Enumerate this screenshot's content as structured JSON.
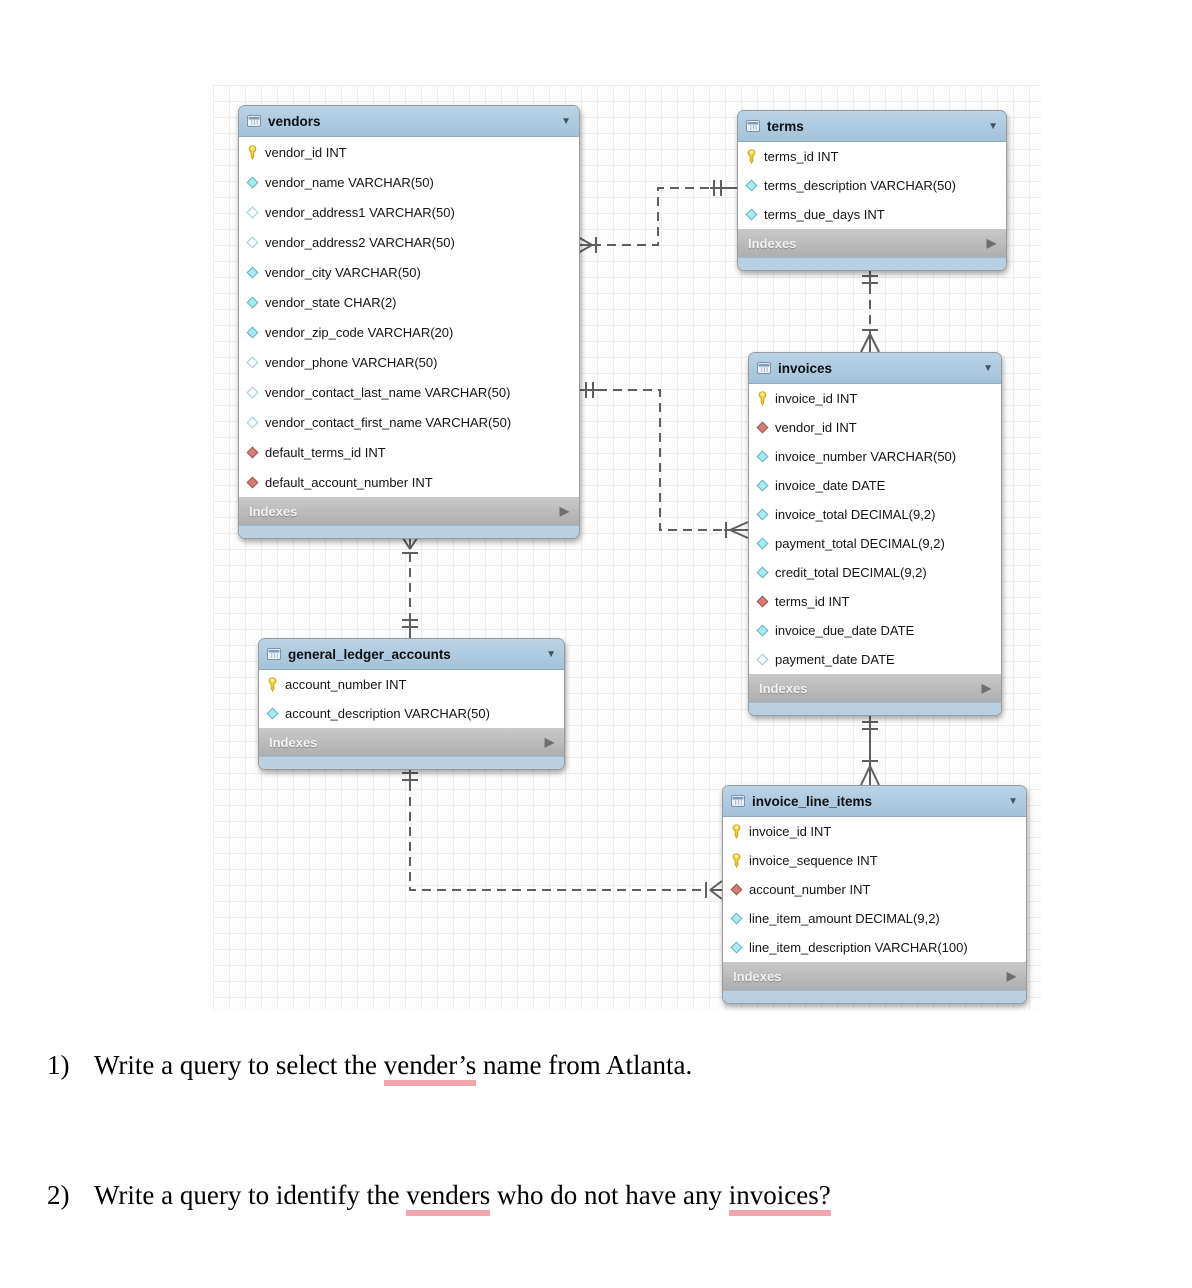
{
  "diagram": {
    "tables": [
      {
        "id": "vendors",
        "title": "vendors",
        "footer_label": "Indexes",
        "columns": [
          {
            "icon": "primary-key",
            "label": "vendor_id INT"
          },
          {
            "icon": "column",
            "label": "vendor_name VARCHAR(50)"
          },
          {
            "icon": "column-nullable",
            "label": "vendor_address1 VARCHAR(50)"
          },
          {
            "icon": "column-nullable",
            "label": "vendor_address2 VARCHAR(50)"
          },
          {
            "icon": "column",
            "label": "vendor_city VARCHAR(50)"
          },
          {
            "icon": "column",
            "label": "vendor_state CHAR(2)"
          },
          {
            "icon": "column",
            "label": "vendor_zip_code VARCHAR(20)"
          },
          {
            "icon": "column-nullable",
            "label": "vendor_phone VARCHAR(50)"
          },
          {
            "icon": "column-nullable",
            "label": "vendor_contact_last_name VARCHAR(50)"
          },
          {
            "icon": "column-nullable",
            "label": "vendor_contact_first_name VARCHAR(50)"
          },
          {
            "icon": "foreign-key",
            "label": "default_terms_id INT"
          },
          {
            "icon": "foreign-key",
            "label": "default_account_number INT"
          }
        ]
      },
      {
        "id": "terms",
        "title": "terms",
        "footer_label": "Indexes",
        "columns": [
          {
            "icon": "primary-key",
            "label": "terms_id INT"
          },
          {
            "icon": "column",
            "label": "terms_description VARCHAR(50)"
          },
          {
            "icon": "column",
            "label": "terms_due_days INT"
          }
        ]
      },
      {
        "id": "invoices",
        "title": "invoices",
        "footer_label": "Indexes",
        "columns": [
          {
            "icon": "primary-key",
            "label": "invoice_id INT"
          },
          {
            "icon": "foreign-key",
            "label": "vendor_id INT"
          },
          {
            "icon": "column",
            "label": "invoice_number VARCHAR(50)"
          },
          {
            "icon": "column",
            "label": "invoice_date DATE"
          },
          {
            "icon": "column",
            "label": "invoice_total DECIMAL(9,2)"
          },
          {
            "icon": "column",
            "label": "payment_total DECIMAL(9,2)"
          },
          {
            "icon": "column",
            "label": "credit_total DECIMAL(9,2)"
          },
          {
            "icon": "foreign-key",
            "label": "terms_id INT"
          },
          {
            "icon": "column",
            "label": "invoice_due_date DATE"
          },
          {
            "icon": "column-nullable",
            "label": "payment_date DATE"
          }
        ]
      },
      {
        "id": "general_ledger_accounts",
        "title": "general_ledger_accounts",
        "footer_label": "Indexes",
        "columns": [
          {
            "icon": "primary-key",
            "label": "account_number INT"
          },
          {
            "icon": "column",
            "label": "account_description VARCHAR(50)"
          }
        ]
      },
      {
        "id": "invoice_line_items",
        "title": "invoice_line_items",
        "footer_label": "Indexes",
        "columns": [
          {
            "icon": "primary-key",
            "label": "invoice_id INT"
          },
          {
            "icon": "primary-key",
            "label": "invoice_sequence INT"
          },
          {
            "icon": "foreign-key",
            "label": "account_number INT"
          },
          {
            "icon": "column",
            "label": "line_item_amount DECIMAL(9,2)"
          },
          {
            "icon": "column",
            "label": "line_item_description VARCHAR(100)"
          }
        ]
      }
    ],
    "relationships": [
      {
        "from": "vendors.default_terms_id",
        "to": "terms.terms_id",
        "line": "dashed",
        "cardinality": "many-to-one"
      },
      {
        "from": "invoices.vendor_id",
        "to": "vendors.vendor_id",
        "line": "dashed",
        "cardinality": "many-to-one"
      },
      {
        "from": "invoices.terms_id",
        "to": "terms.terms_id",
        "line": "dashed",
        "cardinality": "many-to-one"
      },
      {
        "from": "vendors.default_account_number",
        "to": "general_ledger_accounts.account_number",
        "line": "dashed",
        "cardinality": "many-to-one"
      },
      {
        "from": "invoice_line_items.invoice_id",
        "to": "invoices.invoice_id",
        "line": "solid",
        "cardinality": "many-to-one"
      },
      {
        "from": "invoice_line_items.account_number",
        "to": "general_ledger_accounts.account_number",
        "line": "dashed",
        "cardinality": "many-to-one"
      }
    ],
    "colors": {
      "table_header_bg": "#aac7de",
      "table_footer_strip": "#b9cfe2",
      "indexes_bar_bg": "#b5b5b5",
      "connector": "#5f5f5f",
      "primary_key_icon": "#f4d53f",
      "column_icon": "#a9e9f3",
      "foreign_key_icon": "#d07e76",
      "underline": "#f2a7ae"
    }
  },
  "questions": [
    {
      "number": "1)",
      "segments": [
        {
          "text": "Write a query to select the "
        },
        {
          "text": "vender’s",
          "underline": true
        },
        {
          "text": " name from Atlanta."
        }
      ]
    },
    {
      "number": "2)",
      "segments": [
        {
          "text": "Write a query to identify the "
        },
        {
          "text": "venders",
          "underline": true
        },
        {
          "text": " who do not have any "
        },
        {
          "text": "invoices?",
          "underline": true
        }
      ]
    }
  ]
}
